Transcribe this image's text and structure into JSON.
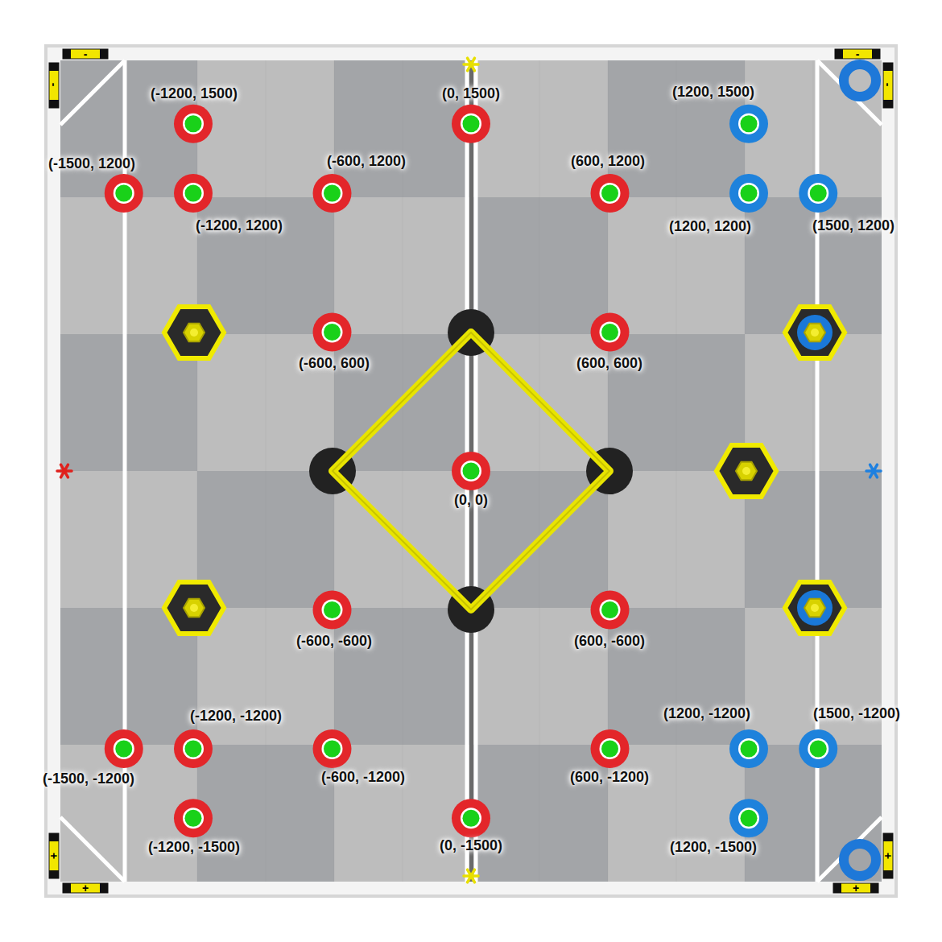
{
  "diagram": {
    "labels": [
      "(-1200, 1500)",
      "(0, 1500)",
      "(1200, 1500)",
      "(-1500, 1200)",
      "(-600, 1200)",
      "(600, 1200)",
      "(-1200, 1200)",
      "(1200, 1200)",
      "(1500, 1200)",
      "(-600, 600)",
      "(600, 600)",
      "(0, 0)",
      "(-600, -600)",
      "(600, -600)",
      "(-1200, -1200)",
      "(1200, -1200)",
      "(1500, -1200)",
      "(-1500, -1200)",
      "(-600, -1200)",
      "(600, -1200)",
      "(-1200, -1500)",
      "(0, -1500)",
      "(1200, -1500)",
      "-",
      "-",
      "-",
      "-",
      "+",
      "+",
      "+",
      "+"
    ]
  }
}
